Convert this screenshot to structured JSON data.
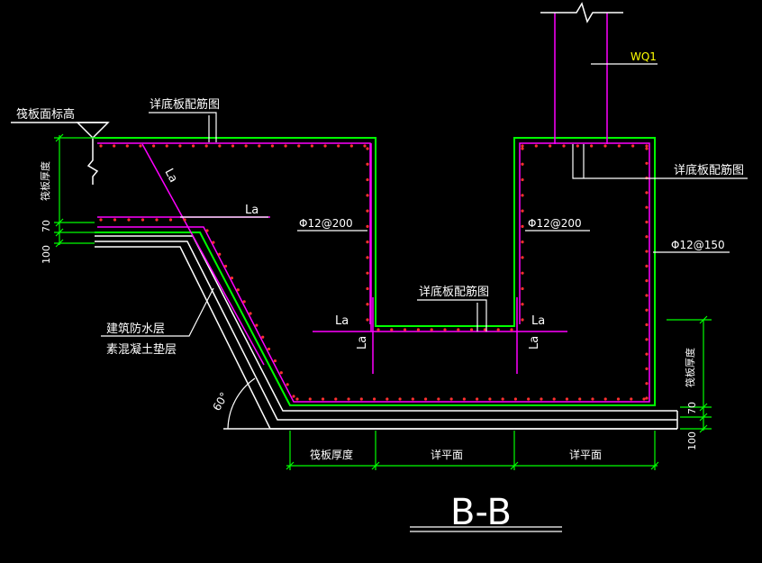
{
  "drawing": {
    "section_title": "B-B",
    "labels": {
      "raft_top_elevation": "筏板面标高",
      "raft_thickness_left": "筏板厚度",
      "raft_thickness_right": "筏板厚度",
      "raft_thickness_bottom": "筏板厚度",
      "dim_70_left": "70",
      "dim_100_left": "100",
      "dim_70_right": "70",
      "dim_100_right": "100",
      "see_slab_rebar_top": "详底板配筋图",
      "see_slab_rebar_right": "详底板配筋图",
      "see_slab_rebar_mid": "详底板配筋图",
      "anchor_la_diag": "La",
      "anchor_la_top": "La",
      "anchor_la_mid_left_h": "La",
      "anchor_la_mid_left_v": "La",
      "anchor_la_mid_right_h": "La",
      "anchor_la_mid_right_v": "La",
      "rebar_left": "Φ12@200",
      "rebar_middle": "Φ12@200",
      "rebar_right": "Φ12@150",
      "wall_code": "WQ1",
      "waterproof_layer": "建筑防水层",
      "concrete_cushion": "素混凝土垫层",
      "slope_angle": "60°",
      "see_plan_1": "详平面",
      "see_plan_2": "详平面"
    },
    "colors": {
      "background": "#000000",
      "concrete_outline": "#00ff00",
      "rebar": "#ff00ff",
      "rebar_dots": "#ff3030",
      "annotation": "#ffffff",
      "dimension": "#00ff00",
      "wall_label": "#ffff00"
    }
  }
}
